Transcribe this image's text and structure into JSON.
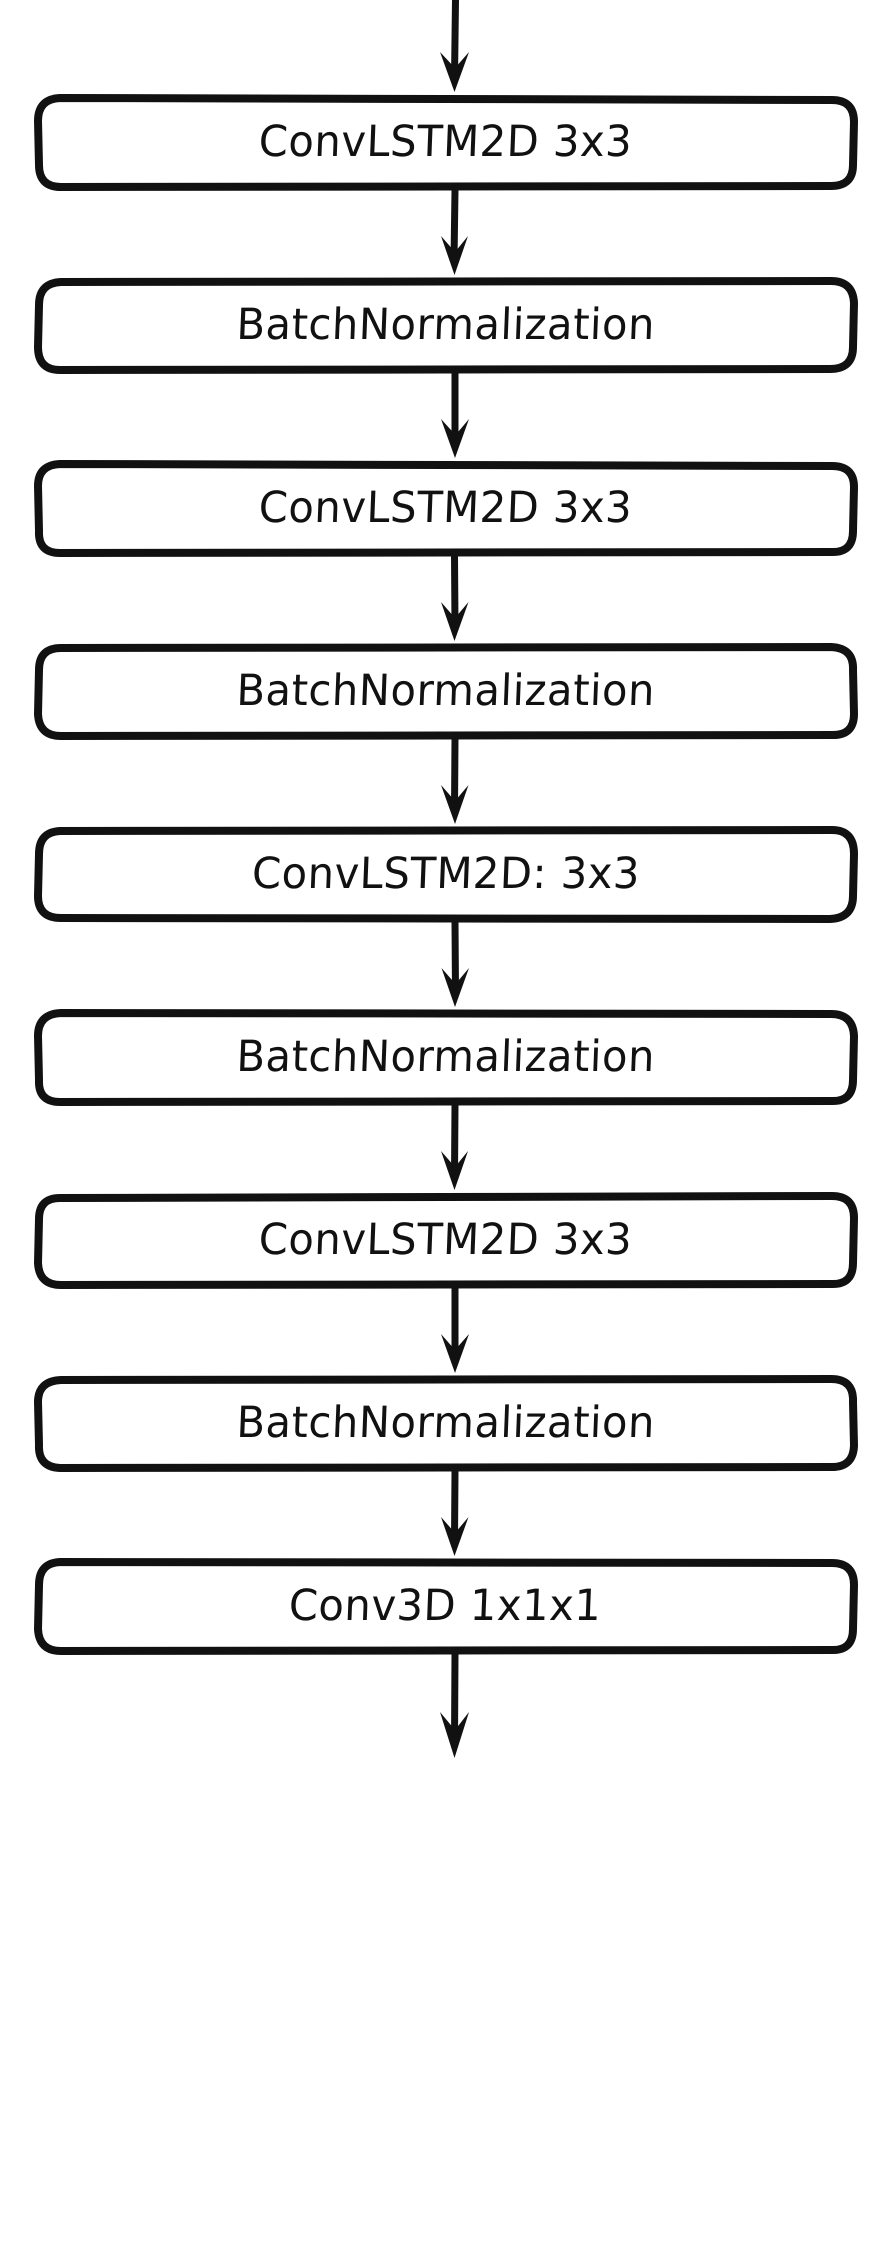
{
  "diagram": {
    "type": "flowchart",
    "orientation": "vertical",
    "style": "hand-drawn-sketch",
    "colors": {
      "stroke": "#111111",
      "node_fill": "#ffffff",
      "background": "#ffffff",
      "text": "#111111"
    },
    "entry_arrow": {
      "name": "input-arrow",
      "direction": "down"
    },
    "exit_arrow": {
      "name": "output-arrow",
      "direction": "down"
    },
    "nodes": [
      {
        "id": "node-1",
        "label": "ConvLSTM2D 3x3",
        "layer_type": "ConvLSTM2D",
        "kernel": "3x3"
      },
      {
        "id": "node-2",
        "label": "BatchNormalization",
        "layer_type": "BatchNormalization",
        "kernel": ""
      },
      {
        "id": "node-3",
        "label": "ConvLSTM2D 3x3",
        "layer_type": "ConvLSTM2D",
        "kernel": "3x3"
      },
      {
        "id": "node-4",
        "label": "BatchNormalization",
        "layer_type": "BatchNormalization",
        "kernel": ""
      },
      {
        "id": "node-5",
        "label": "ConvLSTM2D: 3x3",
        "layer_type": "ConvLSTM2D",
        "kernel": "3x3"
      },
      {
        "id": "node-6",
        "label": "BatchNormalization",
        "layer_type": "BatchNormalization",
        "kernel": ""
      },
      {
        "id": "node-7",
        "label": "ConvLSTM2D 3x3",
        "layer_type": "ConvLSTM2D",
        "kernel": "3x3"
      },
      {
        "id": "node-8",
        "label": "BatchNormalization",
        "layer_type": "BatchNormalization",
        "kernel": ""
      },
      {
        "id": "node-9",
        "label": "Conv3D 1x1x1",
        "layer_type": "Conv3D",
        "kernel": "1x1x1"
      }
    ],
    "edges": [
      {
        "from": "input",
        "to": "node-1"
      },
      {
        "from": "node-1",
        "to": "node-2"
      },
      {
        "from": "node-2",
        "to": "node-3"
      },
      {
        "from": "node-3",
        "to": "node-4"
      },
      {
        "from": "node-4",
        "to": "node-5"
      },
      {
        "from": "node-5",
        "to": "node-6"
      },
      {
        "from": "node-6",
        "to": "node-7"
      },
      {
        "from": "node-7",
        "to": "node-8"
      },
      {
        "from": "node-8",
        "to": "node-9"
      },
      {
        "from": "node-9",
        "to": "output"
      }
    ]
  }
}
